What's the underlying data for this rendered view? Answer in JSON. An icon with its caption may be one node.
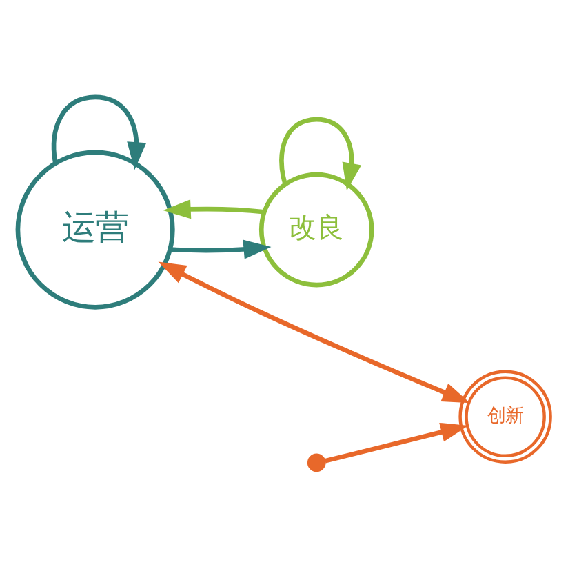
{
  "diagram": {
    "nodes": [
      {
        "text": [
          "运营"
        ]
      },
      {
        "text": [
          "改良"
        ]
      },
      {
        "text": [
          "创新"
        ]
      },
      {
        "text": [],
        "shape": "circle"
      }
    ],
    "edges": [
      {
        "from": 0,
        "to": 0,
        "arrow": "to",
        "color": "#2e7d7b"
      },
      {
        "from": 0,
        "to": 1,
        "arrow": "to",
        "color": "#2e7d7b"
      },
      {
        "from": 1,
        "to": 0,
        "arrow": "to",
        "color": "#8dbf3c"
      },
      {
        "from": 1,
        "to": 1,
        "arrow": "to",
        "color": "#8dbf3c"
      },
      {
        "from": 3,
        "to": 2,
        "arrow": "to",
        "color": "#e8682a"
      },
      {
        "from": 2,
        "to": 0,
        "arrow": "both",
        "color": "#e8682a"
      }
    ]
  }
}
